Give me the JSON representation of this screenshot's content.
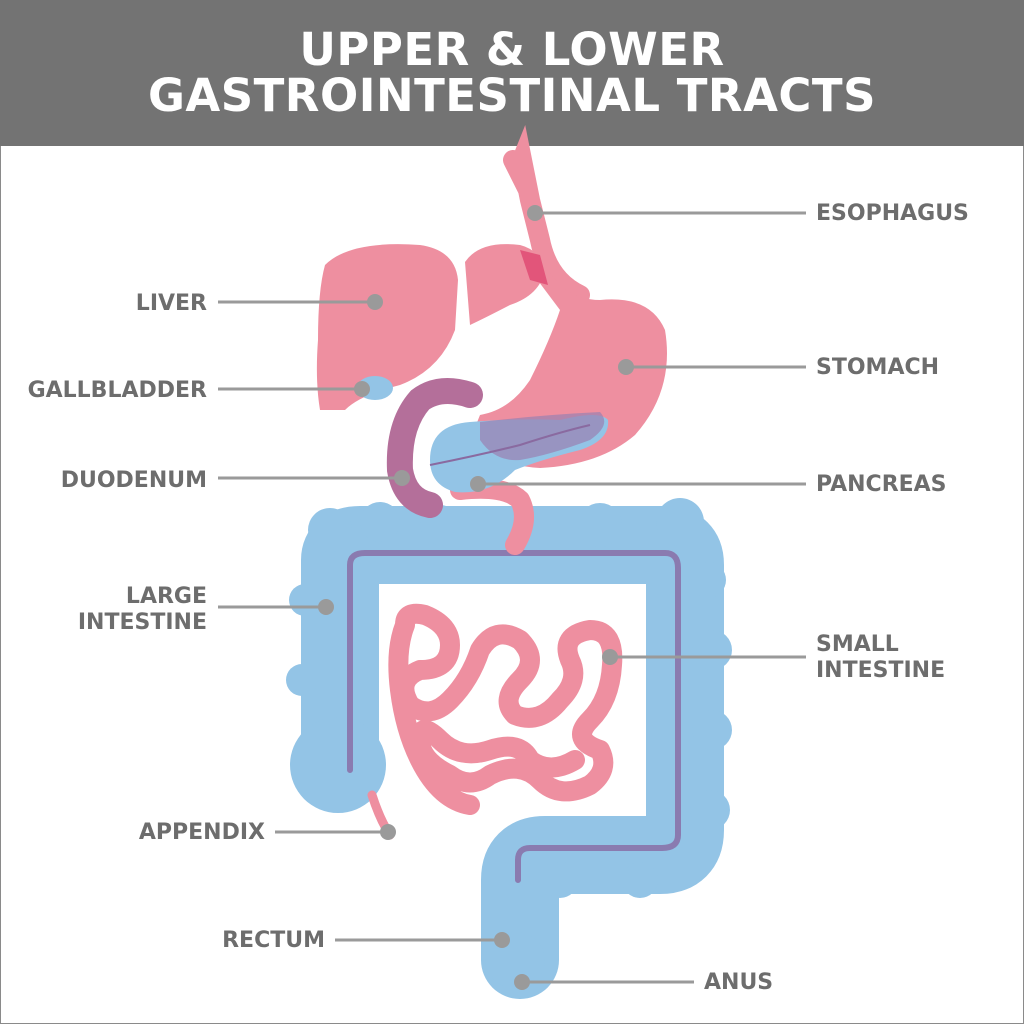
{
  "title": {
    "line1": "UPPER & LOWER",
    "line2": "GASTROINTESTINAL TRACTS"
  },
  "labels": {
    "liver": "LIVER",
    "gallbladder": "GALLBLADDER",
    "duodenum": "DUODENUM",
    "large_intestine_1": "LARGE",
    "large_intestine_2": "INTESTINE",
    "appendix": "APPENDIX",
    "rectum": "RECTUM",
    "esophagus": "ESOPHAGUS",
    "stomach": "STOMACH",
    "pancreas": "PANCREAS",
    "small_intestine_1": "SMALL",
    "small_intestine_2": "INTESTINE",
    "anus": "ANUS"
  },
  "colors": {
    "header": "#737373",
    "pink": "#ee8fa0",
    "blue": "#93c4e6",
    "purple": "#8a7bb0",
    "label": "#6d6d6d",
    "leader": "#9a9a9a"
  }
}
